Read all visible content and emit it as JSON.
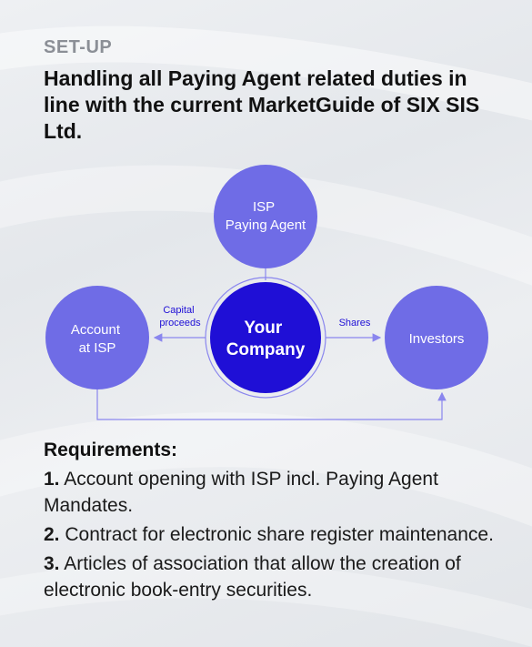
{
  "header": {
    "eyebrow": "SET-UP",
    "headline": "Handling all Paying Agent related duties in line with the current MarketGuide of SIX SIS Ltd."
  },
  "diagram": {
    "nodes": {
      "top": [
        "ISP",
        "Paying Agent"
      ],
      "left": [
        "Account",
        "at ISP"
      ],
      "center": [
        "Your",
        "Company"
      ],
      "right": [
        "Investors"
      ]
    },
    "edges": {
      "left_label": [
        "Capital",
        "proceeds"
      ],
      "right_label": "Shares"
    },
    "colors": {
      "node": "#6f6ce6",
      "center": "#1f0fd6",
      "arrow": "#8a86ee"
    }
  },
  "requirements": {
    "title": "Requirements:",
    "items": [
      {
        "num": "1.",
        "text": " Account opening with ISP incl. Paying Agent Mandates."
      },
      {
        "num": "2.",
        "text": " Contract for electronic share register maintenance."
      },
      {
        "num": "3.",
        "text": " Articles of association that allow the creation of electronic book-entry securities."
      }
    ]
  }
}
